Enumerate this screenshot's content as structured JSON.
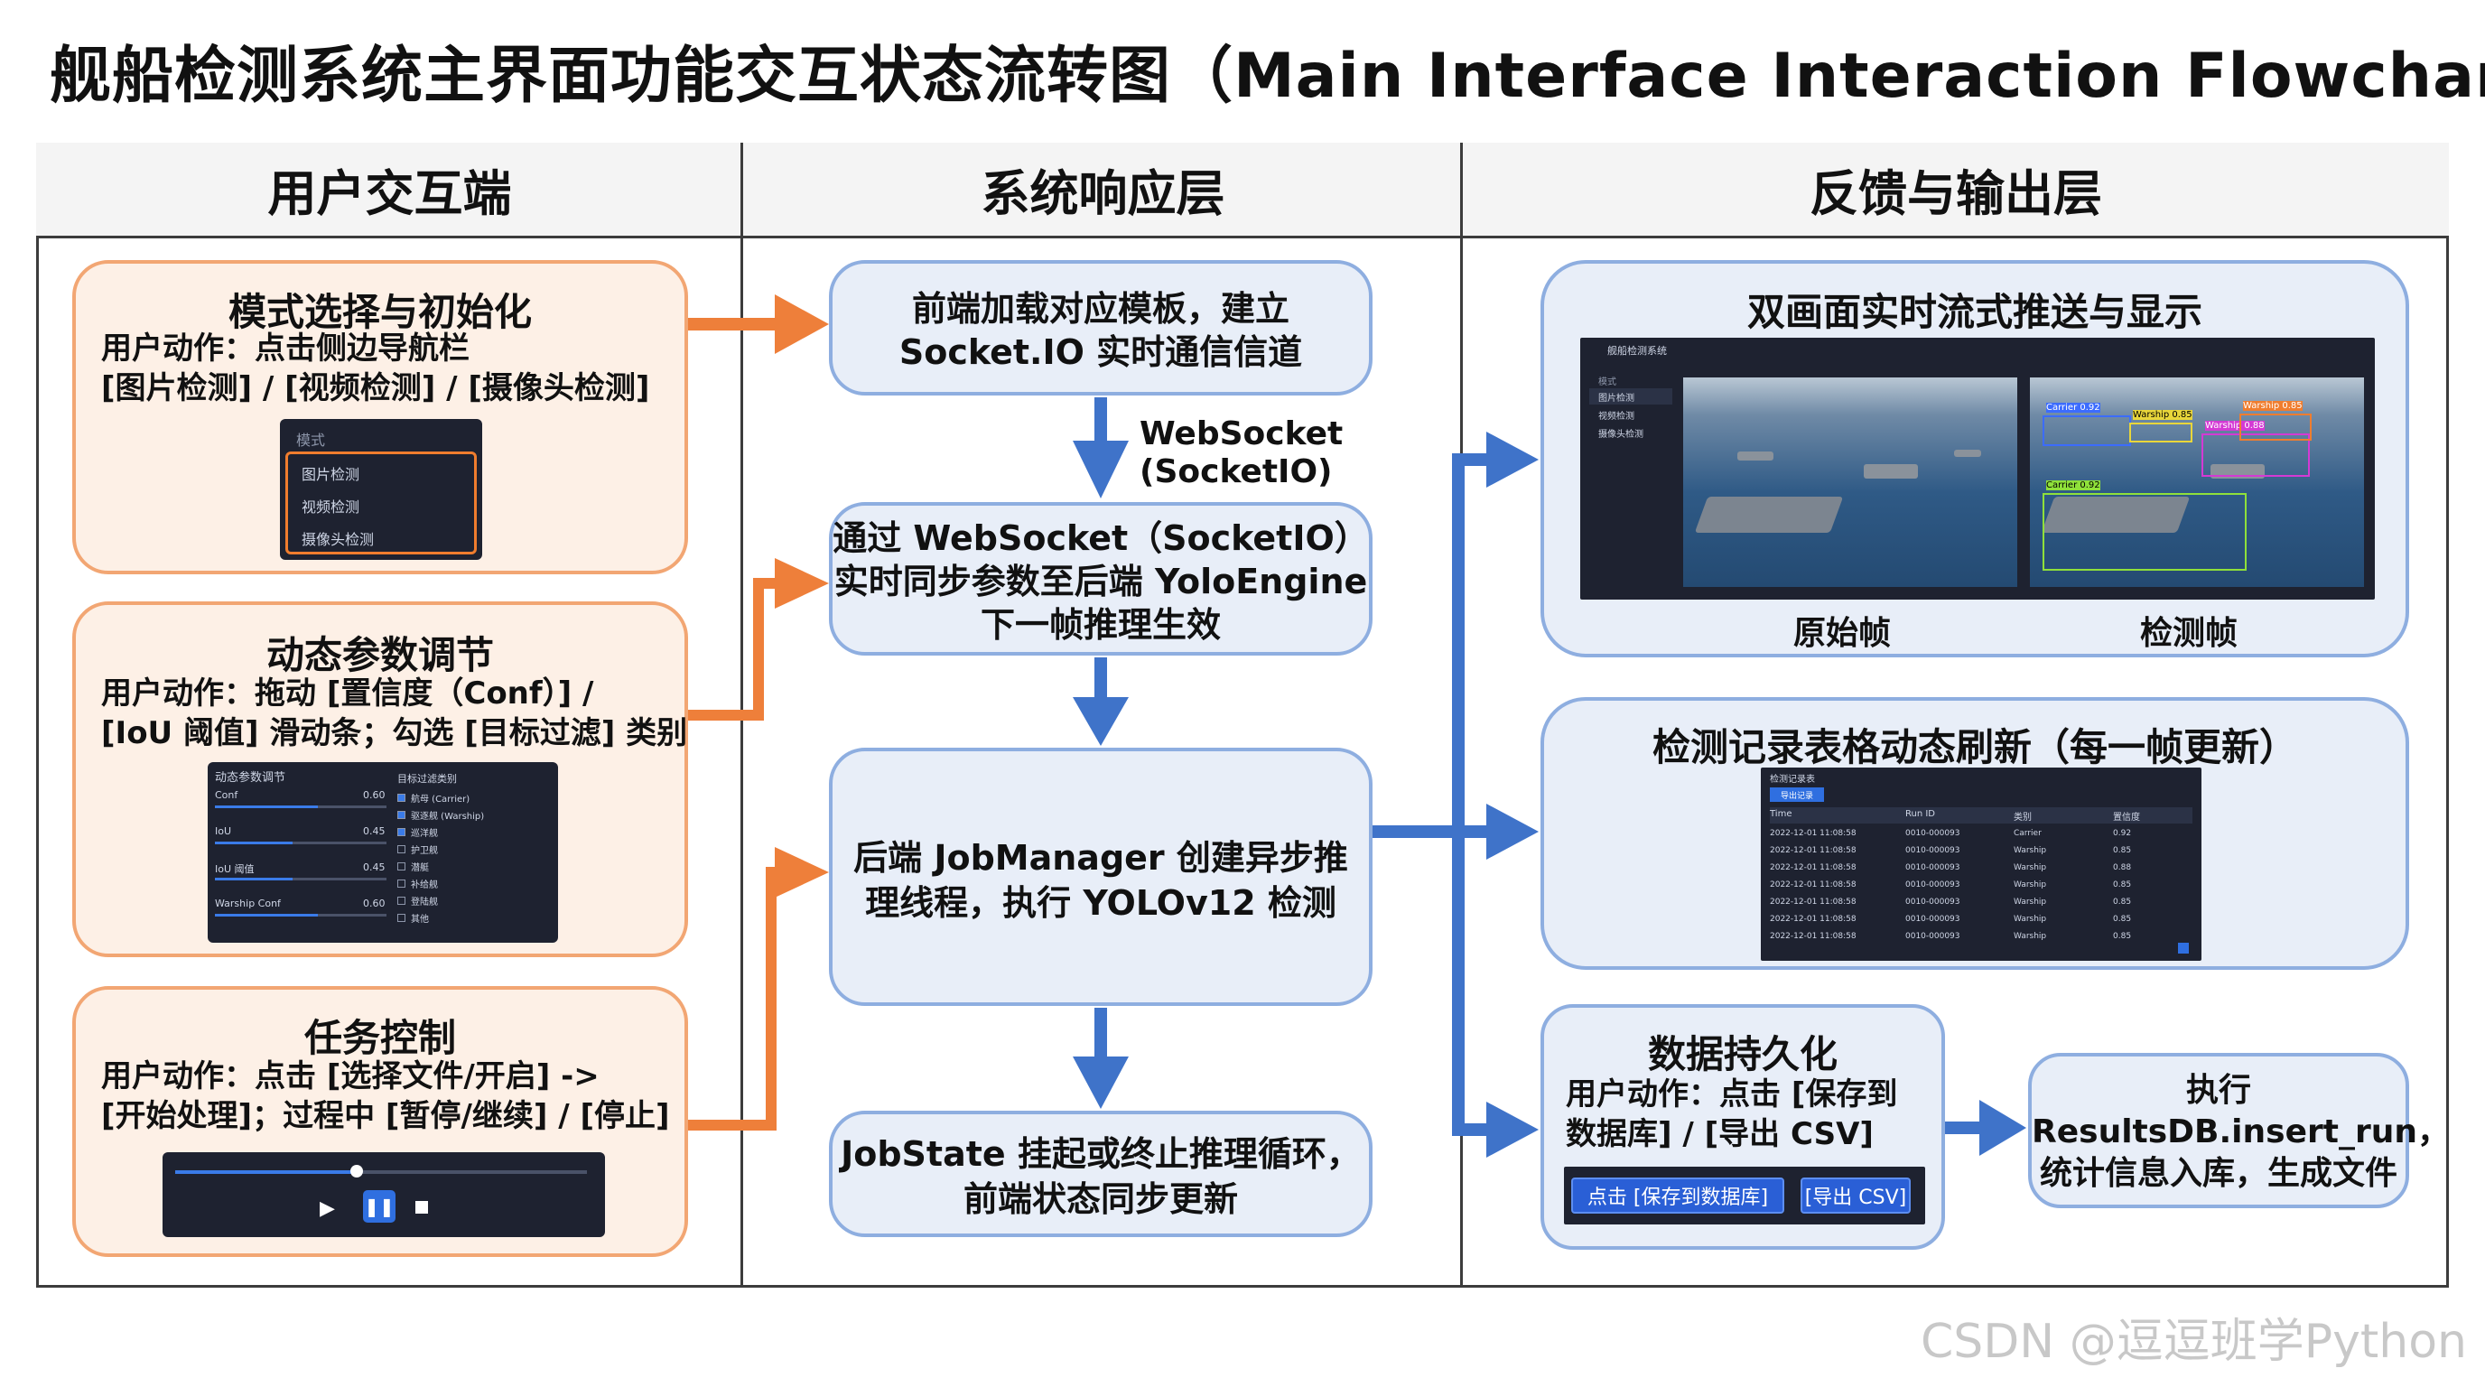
{
  "title": "舰船检测系统主界面功能交互状态流转图（Main Interface Interaction Flowchart）",
  "columns": [
    "用户交互端",
    "系统响应层",
    "反馈与输出层"
  ],
  "user_side": {
    "mode": {
      "title": "模式选择与初始化",
      "line1": "用户动作：点击侧边导航栏",
      "line2": "[图片检测] / [视频检测] / [摄像头检测]",
      "nav_header": "模式",
      "nav_items": [
        "图片检测",
        "视频检测",
        "摄像头检测"
      ]
    },
    "params": {
      "title": "动态参数调节",
      "line1": "用户动作：拖动 [置信度（Conf）] /",
      "line2": "[IoU 阈值] 滑动条；勾选 [目标过滤] 类别",
      "panel_title": "动态参数调节",
      "sliders": [
        {
          "label": "Conf",
          "value": "0.60"
        },
        {
          "label": "IoU",
          "value": "0.45"
        },
        {
          "label": "IoU 阈值",
          "value": "0.45"
        },
        {
          "label": "Warship Conf",
          "value": "0.60"
        }
      ],
      "filter_title": "目标过滤类别",
      "filters": [
        "航母 (Carrier)",
        "驱逐舰 (Warship)",
        "巡洋舰",
        "护卫舰",
        "潜艇",
        "补给舰",
        "登陆舰",
        "其他"
      ]
    },
    "task": {
      "title": "任务控制",
      "line1": "用户动作：点击 [选择文件/开启] ->",
      "line2": "[开始处理]；过程中 [暂停/继续] / [停止]"
    }
  },
  "system": {
    "box1": [
      "前端加载对应模板，建立",
      "Socket.IO 实时通信信道"
    ],
    "ws_label": [
      "WebSocket",
      "(SocketIO)"
    ],
    "box2": [
      "通过 WebSocket（SocketIO）",
      "实时同步参数至后端 YoloEngine",
      "下一帧推理生效"
    ],
    "box3": [
      "后端 JobManager 创建异步推",
      "理线程，执行 YOLOv12 检测"
    ],
    "box4": [
      "JobState 挂起或终止推理循环，",
      "前端状态同步更新"
    ]
  },
  "output": {
    "stream": {
      "title": "双画面实时流式推送与显示",
      "app_title": "舰船检测系统",
      "sidebar": [
        "模式",
        "图片检测",
        "视频检测",
        "摄像头检测"
      ],
      "label_left": "原始帧",
      "label_right": "检测帧",
      "detections": [
        "Carrier 0.92",
        "Warship 0.85",
        "Warship 0.88",
        "Warship 0.85",
        "Carrier 0.92"
      ]
    },
    "table": {
      "title": "检测记录表格动态刷新（每一帧更新）",
      "panel_title": "检测记录表",
      "button": "导出记录",
      "columns": [
        "Time",
        "Run ID",
        "类别",
        "置信度"
      ],
      "rows": [
        [
          "2022-12-01 11:08:58",
          "0010-000093",
          "Carrier",
          "0.92"
        ],
        [
          "2022-12-01 11:08:58",
          "0010-000093",
          "Warship",
          "0.85"
        ],
        [
          "2022-12-01 11:08:58",
          "0010-000093",
          "Warship",
          "0.88"
        ],
        [
          "2022-12-01 11:08:58",
          "0010-000093",
          "Warship",
          "0.85"
        ],
        [
          "2022-12-01 11:08:58",
          "0010-000093",
          "Warship",
          "0.85"
        ],
        [
          "2022-12-01 11:08:58",
          "0010-000093",
          "Warship",
          "0.85"
        ],
        [
          "2022-12-01 11:08:58",
          "0010-000093",
          "Warship",
          "0.85"
        ]
      ]
    },
    "persist": {
      "title": "数据持久化",
      "line1": "用户动作：点击 [保存到",
      "line2": "数据库] / [导出 CSV]",
      "btn_save": "点击 [保存到数据库]",
      "btn_csv": "[导出 CSV]"
    },
    "exec": [
      "执行",
      "ResultsDB.insert_run，",
      "统计信息入库，生成文件"
    ]
  },
  "watermark": "CSDN @逗逗班学Python",
  "colors": {
    "orange": "#ee7f3a",
    "blue": "#3f73c9"
  }
}
